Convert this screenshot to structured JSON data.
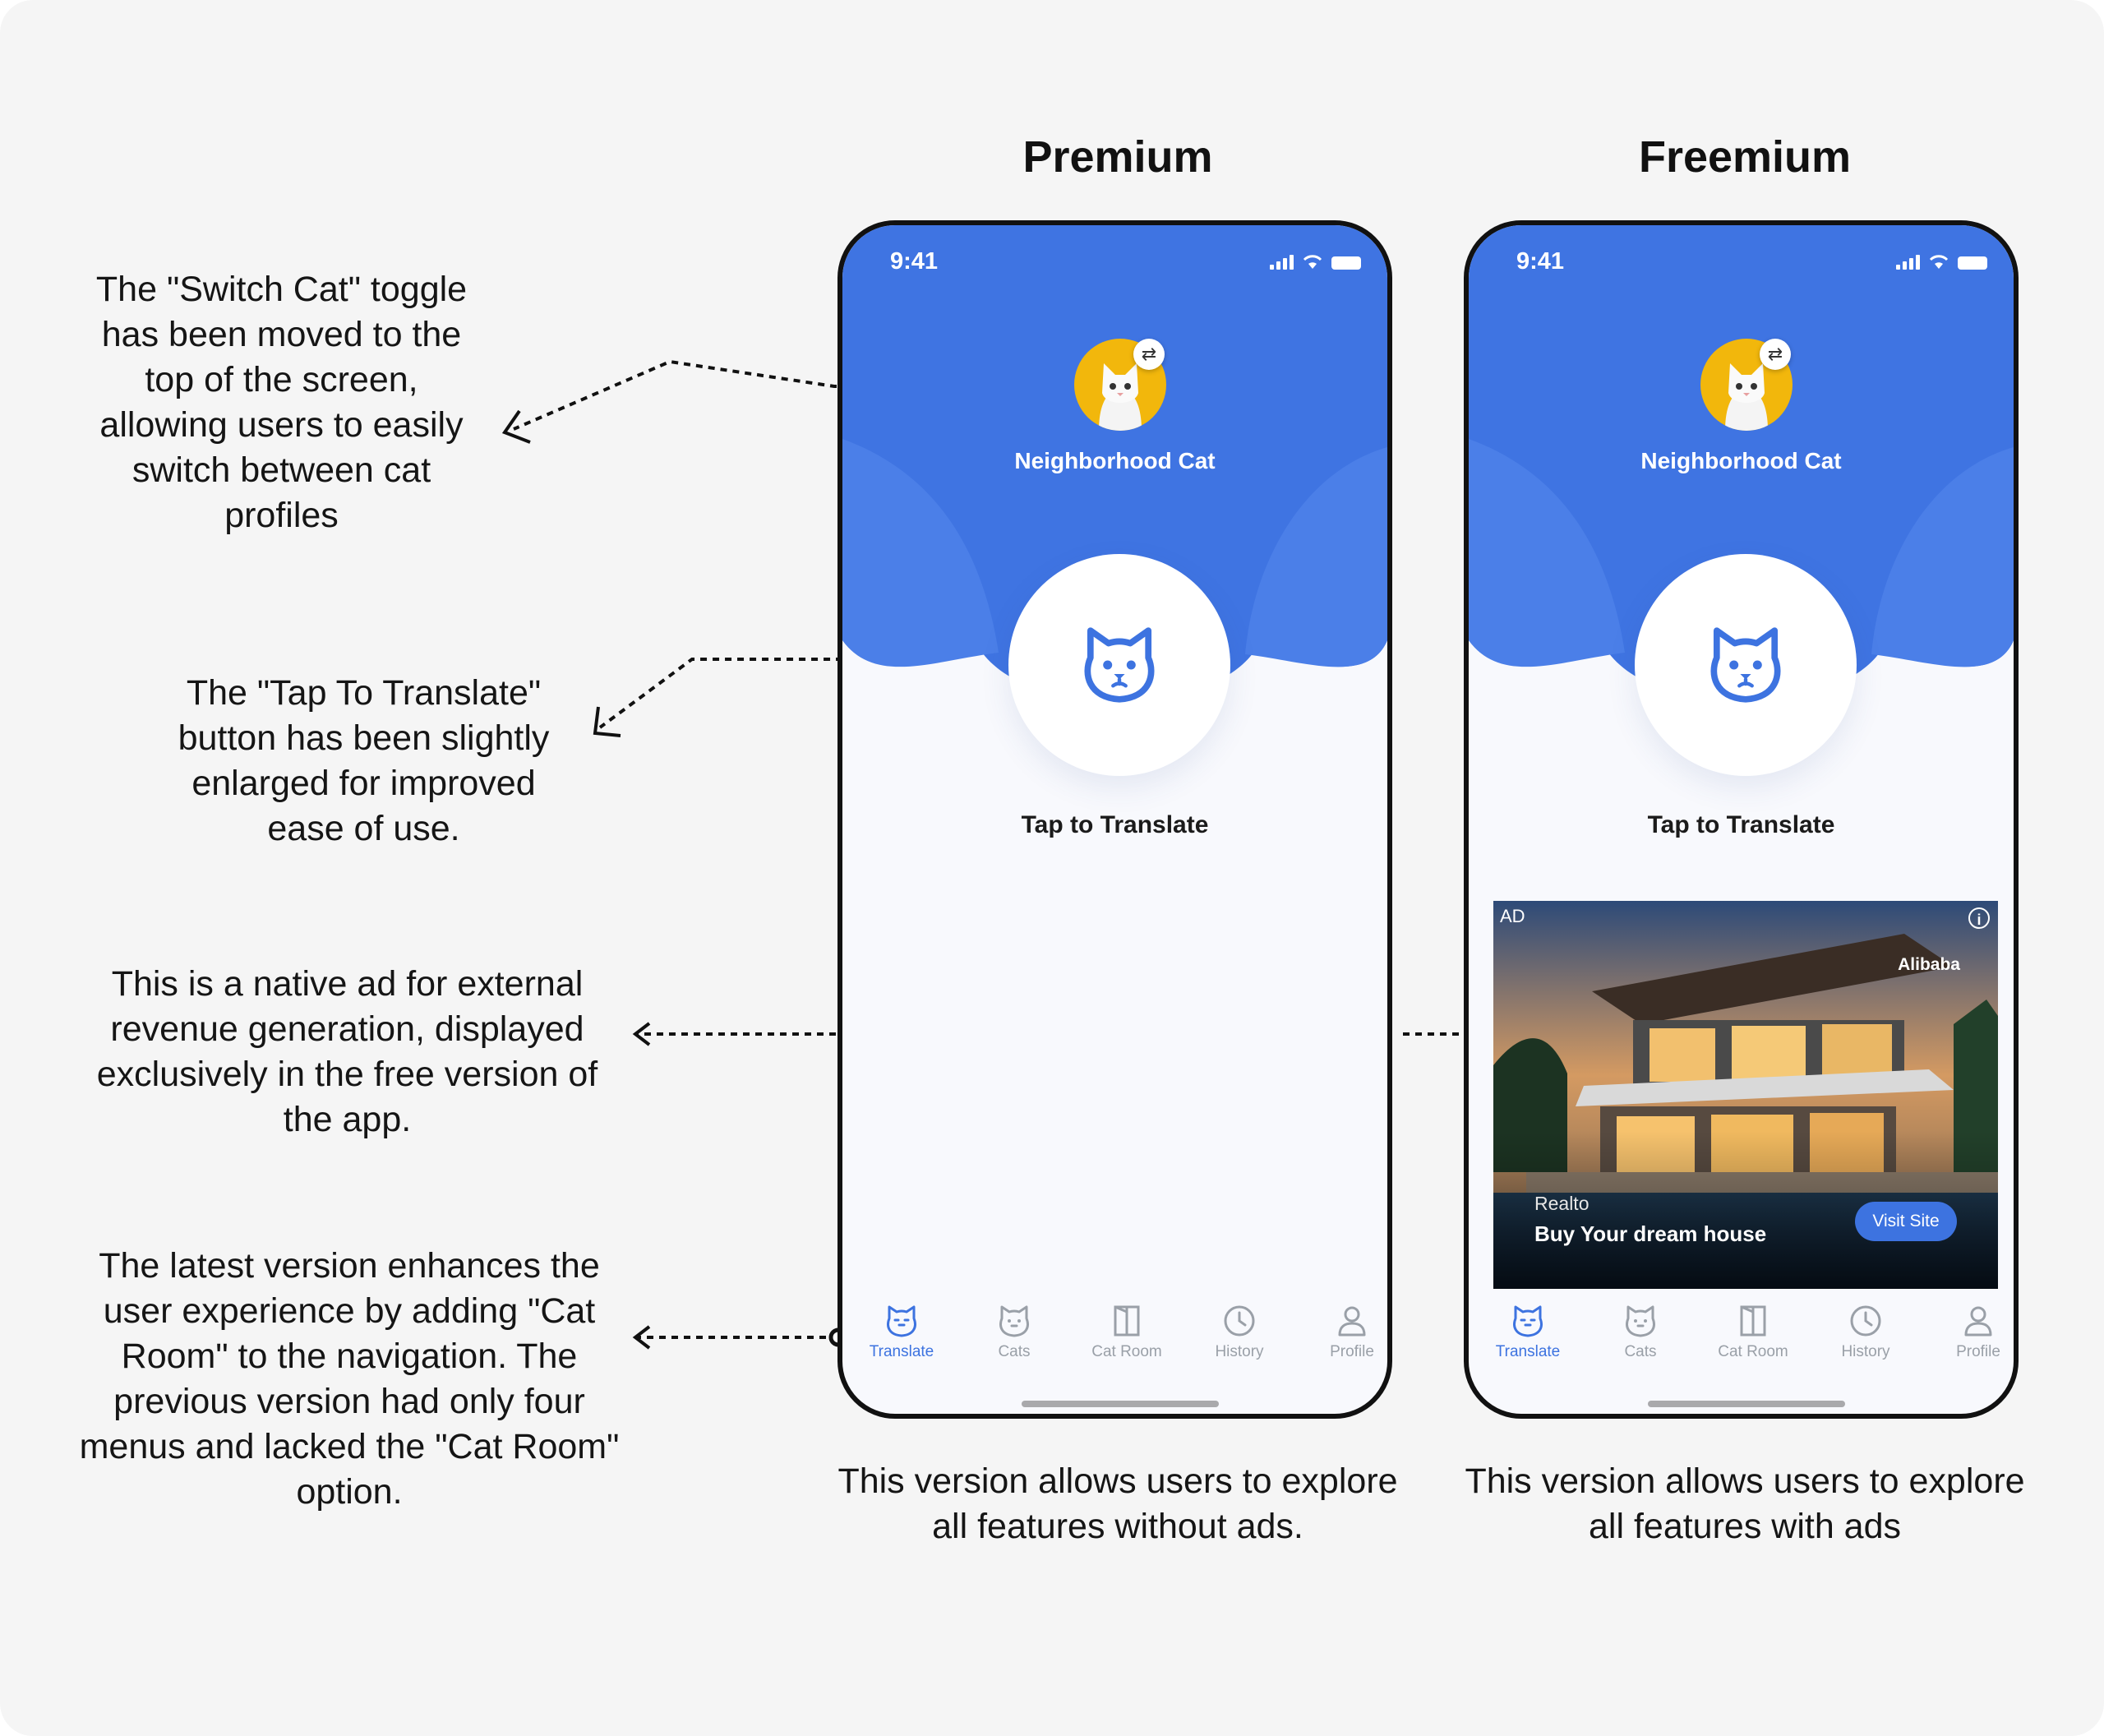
{
  "colors": {
    "brand_blue": "#3f74e2",
    "accent_yellow": "#f2b70c",
    "ink": "#111111"
  },
  "premium": {
    "heading": "Premium",
    "status_time": "9:41",
    "cat_name": "Neighborhood Cat",
    "tap_label": "Tap to Translate",
    "caption": "This version allows users to explore all features without ads."
  },
  "freemium": {
    "heading": "Freemium",
    "status_time": "9:41",
    "cat_name": "Neighborhood Cat",
    "tap_label": "Tap to Translate",
    "caption": "This version allows users to explore all features with ads",
    "ad": {
      "tag": "AD",
      "info_icon": "info-icon",
      "sponsor_logo": "Alibaba",
      "brand": "Realto",
      "title": "Buy Your dream house",
      "cta": "Visit Site"
    }
  },
  "nav": {
    "items": [
      {
        "label": "Translate",
        "icon": "cat-face-icon",
        "active": true
      },
      {
        "label": "Cats",
        "icon": "cat-outline-icon",
        "active": false
      },
      {
        "label": "Cat Room",
        "icon": "door-icon",
        "active": false
      },
      {
        "label": "History",
        "icon": "clock-icon",
        "active": false
      },
      {
        "label": "Profile",
        "icon": "person-icon",
        "active": false
      }
    ]
  },
  "annotations": {
    "switch_cat": "The \"Switch Cat\" toggle has been moved to the top of the screen, allowing users to easily switch between cat profiles",
    "tap_translate": "The \"Tap To Translate\" button has been slightly enlarged for improved ease of use.",
    "native_ad": "This is a native ad for external revenue generation, displayed exclusively in the free version of the app.",
    "cat_room": "The latest version enhances the user experience by adding \"Cat Room\" to the navigation. The previous version had only four menus and lacked the \"Cat Room\" option."
  }
}
